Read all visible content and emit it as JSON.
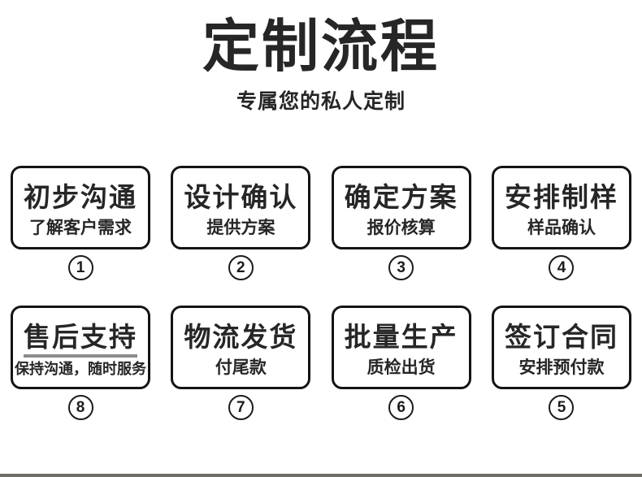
{
  "header": {
    "title": "定制流程",
    "subtitle": "专属您的私人定制"
  },
  "steps": [
    {
      "title": "初步沟通",
      "desc": "了解客户需求",
      "num": "1"
    },
    {
      "title": "设计确认",
      "desc": "提供方案",
      "num": "2"
    },
    {
      "title": "确定方案",
      "desc": "报价核算",
      "num": "3"
    },
    {
      "title": "安排制样",
      "desc": "样品确认",
      "num": "4"
    },
    {
      "title": "售后支持",
      "desc": "保持沟通，随时服务",
      "num": "8"
    },
    {
      "title": "物流发货",
      "desc": "付尾款",
      "num": "7"
    },
    {
      "title": "批量生产",
      "desc": "质检出货",
      "num": "6"
    },
    {
      "title": "签订合同",
      "desc": "安排预付款",
      "num": "5"
    }
  ],
  "colors": {
    "text": "#262626",
    "box_border": "#141414",
    "divider": "#8c8c8c",
    "bottom_bar": "#6e6e66",
    "background": "#ffffff"
  }
}
